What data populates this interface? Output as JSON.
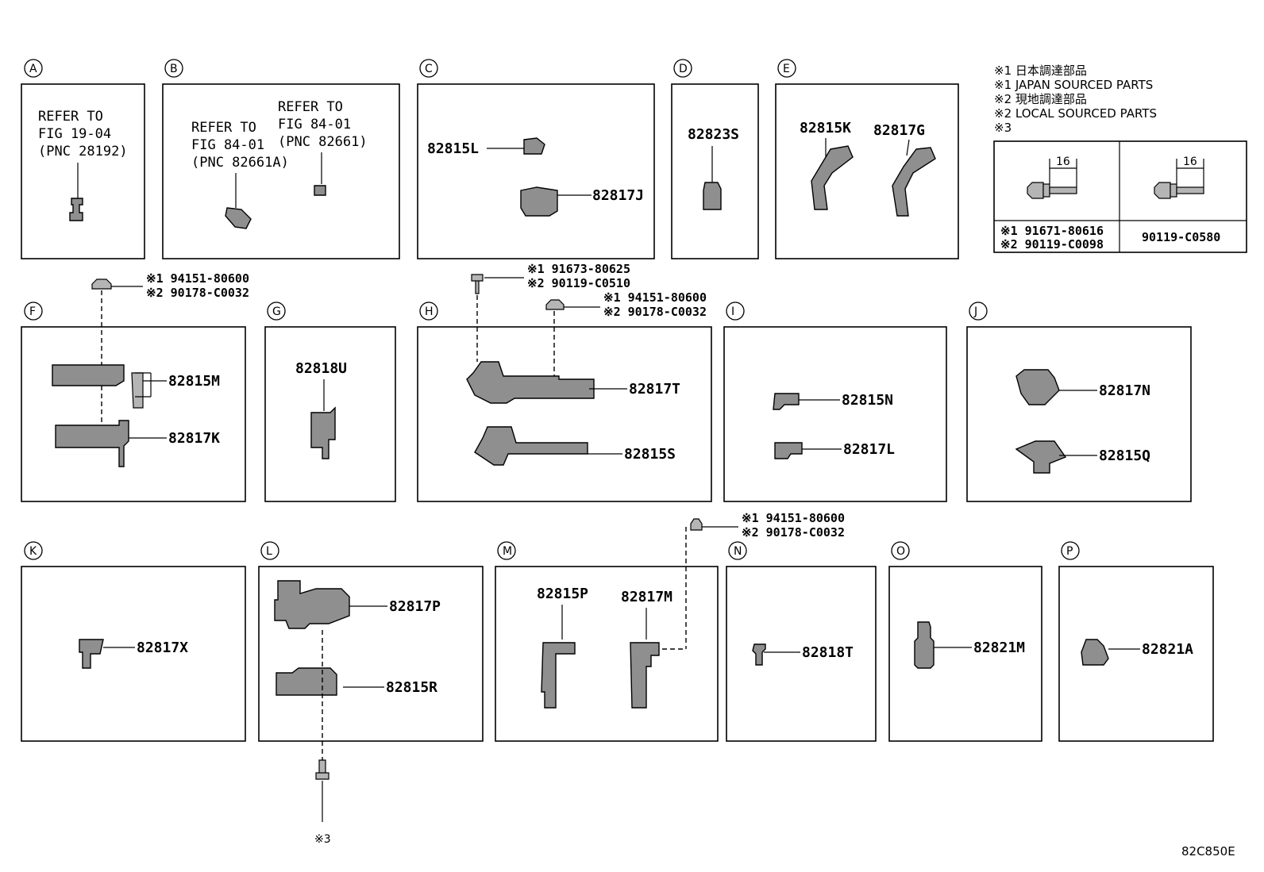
{
  "legend": {
    "line1": "※1 日本調達部品",
    "line2": "※1 JAPAN SOURCED PARTS",
    "line3": "※2 現地調達部品",
    "line4": "※2 LOCAL SOURCED PARTS",
    "line5": "※3"
  },
  "bolt_table": {
    "dim_left": "16",
    "dim_right": "16",
    "left_code1": "※1 91671-80616",
    "left_code2": "※2 90119-C0098",
    "right_code": "90119-C0580"
  },
  "sections": {
    "A": {
      "letter": "A",
      "ref1": "REFER TO",
      "ref2": "FIG 19-04",
      "ref3": "(PNC 28192)"
    },
    "B": {
      "letter": "B",
      "refA1": "REFER TO",
      "refA2": "FIG 84-01",
      "refA3": "(PNC 82661A)",
      "refB1": "REFER TO",
      "refB2": "FIG 84-01",
      "refB3": "(PNC 82661)"
    },
    "C": {
      "letter": "C",
      "part1": "82815L",
      "part2": "82817J"
    },
    "D": {
      "letter": "D",
      "part1": "82823S"
    },
    "E": {
      "letter": "E",
      "part1": "82815K",
      "part2": "82817G"
    },
    "F": {
      "letter": "F",
      "part1": "82815M",
      "part2": "82817K",
      "fastener1": "※1 94151-80600",
      "fastener2": "※2 90178-C0032"
    },
    "G": {
      "letter": "G",
      "part1": "82818U"
    },
    "H": {
      "letter": "H",
      "part1": "82817T",
      "part2": "82815S",
      "bolt1": "※1 91673-80625",
      "bolt2": "※2 90119-C0510",
      "nut1": "※1 94151-80600",
      "nut2": "※2 90178-C0032"
    },
    "I": {
      "letter": "I",
      "part1": "82815N",
      "part2": "82817L"
    },
    "J": {
      "letter": "J",
      "part1": "82817N",
      "part2": "82815Q"
    },
    "K": {
      "letter": "K",
      "part1": "82817X"
    },
    "L": {
      "letter": "L",
      "part1": "82817P",
      "part2": "82815R",
      "note": "※3"
    },
    "M": {
      "letter": "M",
      "part1": "82815P",
      "part2": "82817M",
      "nut1": "※1 94151-80600",
      "nut2": "※2 90178-C0032"
    },
    "N": {
      "letter": "N",
      "part1": "82818T"
    },
    "O": {
      "letter": "O",
      "part1": "82821M"
    },
    "P": {
      "letter": "P",
      "part1": "82821A"
    }
  },
  "figure_code": "82C850E"
}
